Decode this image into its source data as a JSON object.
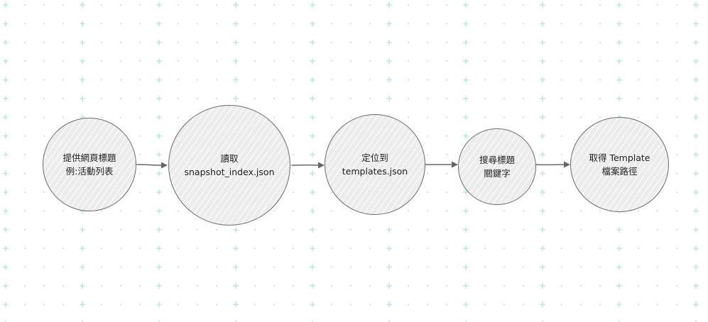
{
  "diagram": {
    "steps": [
      {
        "line1": "提供網頁標題",
        "line2": "例:活動列表"
      },
      {
        "line1": "讀取",
        "line2": "snapshot_index.json"
      },
      {
        "line1": "定位到",
        "line2": "templates.json"
      },
      {
        "line1": "搜尋標題",
        "line2": "關鍵字"
      },
      {
        "line1": "取得 Template",
        "line2": "檔案路徑"
      }
    ],
    "colors": {
      "background": "#ffffff",
      "grid_plus": "#bfe6d9",
      "grid_dot": "#d7d7d7",
      "node_fill": "#ececec",
      "node_stroke": "#6b6b6b",
      "arrow": "#666666",
      "text": "#1e1e1e"
    }
  }
}
